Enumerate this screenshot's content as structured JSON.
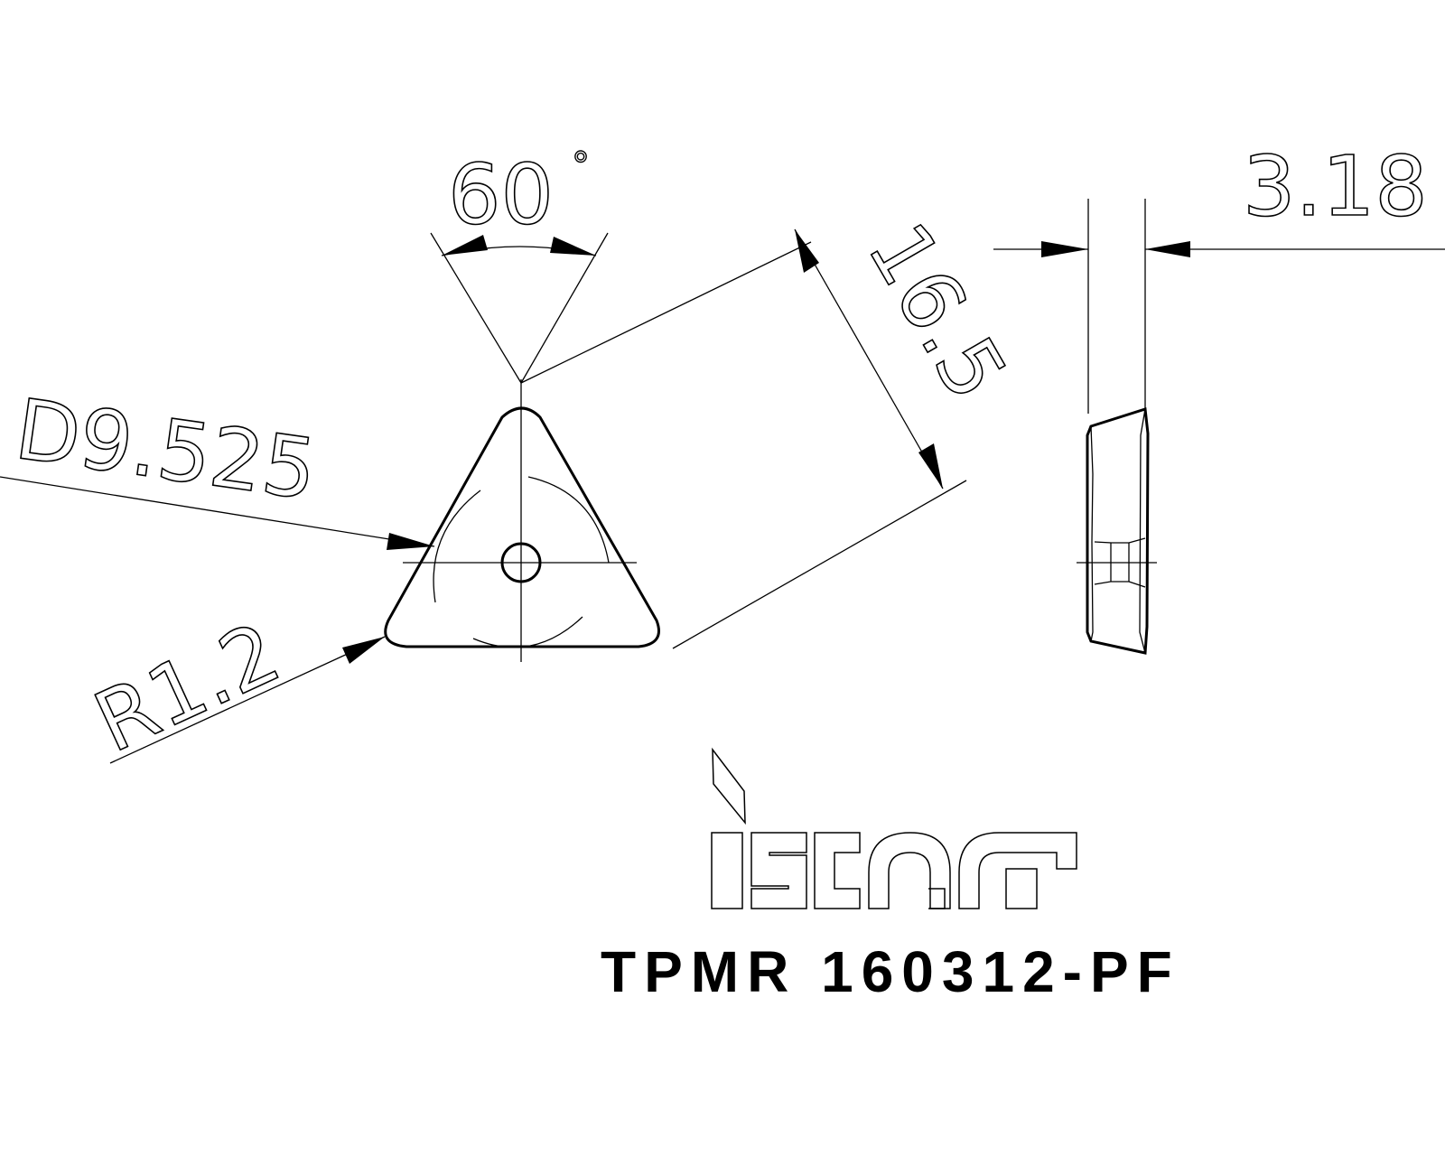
{
  "dimensions": {
    "angle": "60",
    "angle_unit": "°",
    "diameter": "D9.525",
    "corner_radius": "R1.2",
    "edge_length": "16.5",
    "thickness": "3.18"
  },
  "brand": {
    "logo_text": "iscar"
  },
  "designation": "TPMR 160312-PF"
}
